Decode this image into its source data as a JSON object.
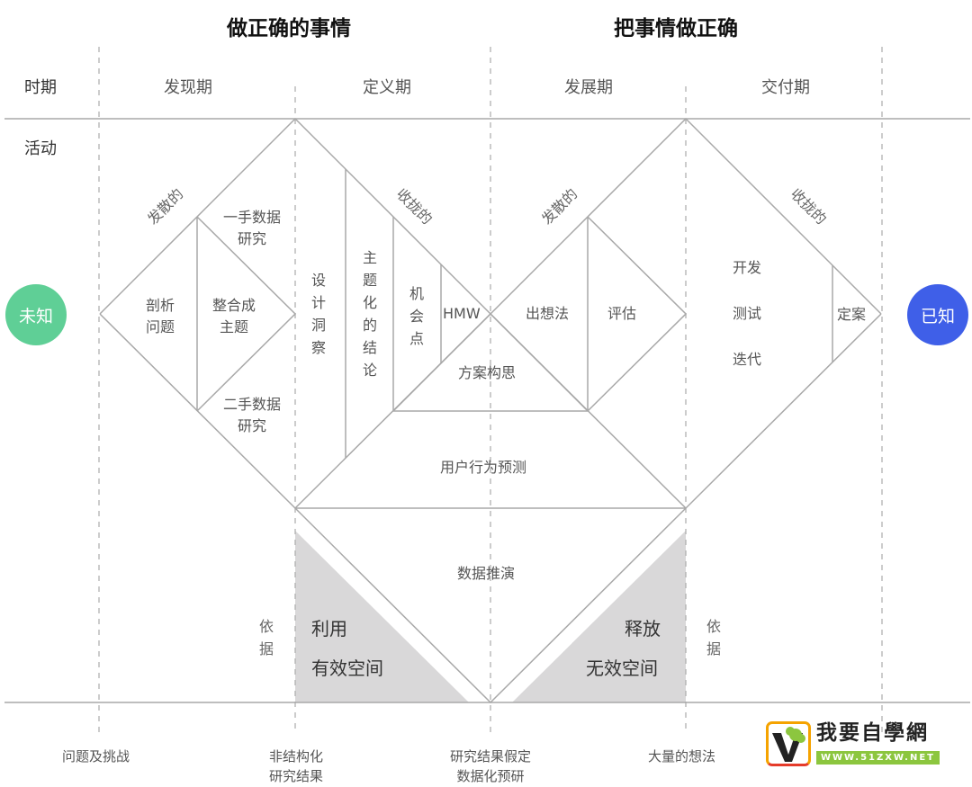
{
  "titles": {
    "left": "做正确的事情",
    "right": "把事情做正确"
  },
  "row_labels": {
    "period": "时期",
    "activity": "活动"
  },
  "phases": [
    "发现期",
    "定义期",
    "发展期",
    "交付期"
  ],
  "states": {
    "start": {
      "label": "未知",
      "color": "#5fcf96"
    },
    "end": {
      "label": "已知",
      "color": "#3f5fe8"
    }
  },
  "diamond_labels": {
    "diverge_1": "发散的",
    "converge_1": "收拢的",
    "diverge_2": "发散的",
    "converge_2": "收拢的"
  },
  "discover": {
    "analyze_line1": "剖析",
    "analyze_line2": "问题",
    "integrate_line1": "整合成",
    "integrate_line2": "主题",
    "primary_line1": "一手数据",
    "primary_line2": "研究",
    "secondary_line1": "二手数据",
    "secondary_line2": "研究"
  },
  "define": {
    "design_insight": "设计洞察",
    "thematic_conclusion": "主题化的结论",
    "opportunity": "机会点",
    "hmw": "HMW",
    "concept": "方案构思",
    "user_behavior": "用户行为预测"
  },
  "develop": {
    "ideate": "出想法",
    "evaluate": "评估"
  },
  "deliver": {
    "develop": "开发",
    "test": "测试",
    "iterate": "迭代",
    "finalize": "定案"
  },
  "bottom": {
    "data_deduction": "数据推演",
    "basis_left": "依据",
    "basis_right": "依据",
    "left_space_line1": "利用",
    "left_space_line2": "有效空间",
    "right_space_line1": "释放",
    "right_space_line2": "无效空间"
  },
  "footer": {
    "problems": "问题及挑战",
    "unstructured_line1": "非结构化",
    "unstructured_line2": "研究结果",
    "hypothesis_line1": "研究结果假定",
    "hypothesis_line2": "数据化预研",
    "ideas": "大量的想法"
  },
  "logo": {
    "name": "我要自學網",
    "url": "WWW.51ZXW.NET"
  },
  "colors": {
    "line": "#a8a8a8",
    "dash": "#b0b0b0",
    "shade": "#d9d8d9",
    "logo_green": "#8cc63f"
  }
}
